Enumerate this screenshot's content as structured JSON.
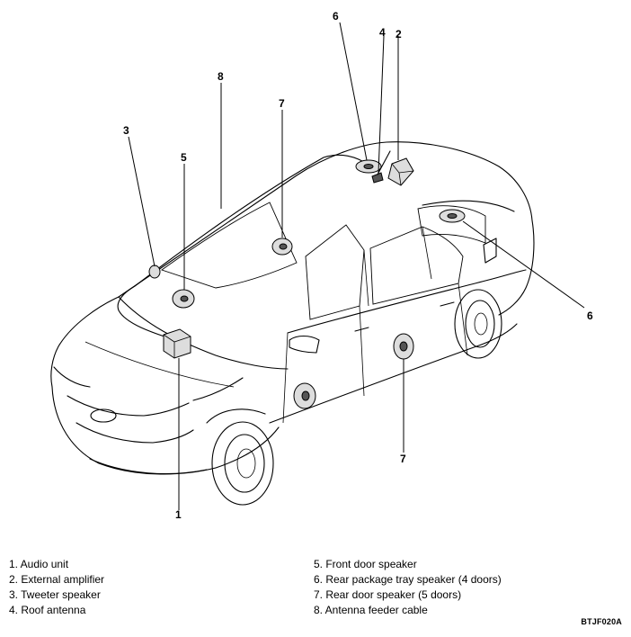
{
  "callouts": {
    "c1": "1",
    "c2": "2",
    "c3": "3",
    "c4": "4",
    "c5": "5",
    "c6a": "6",
    "c6b": "6",
    "c7a": "7",
    "c7b": "7",
    "c8": "8"
  },
  "legend": {
    "left": [
      "1. Audio unit",
      "2. External amplifier",
      "3. Tweeter speaker",
      "4. Roof antenna"
    ],
    "right": [
      "5. Front door speaker",
      "6. Rear package tray speaker (4 doors)",
      "7. Rear door speaker (5 doors)",
      "8. Antenna feeder cable"
    ]
  },
  "figure_code": "BTJF020A"
}
